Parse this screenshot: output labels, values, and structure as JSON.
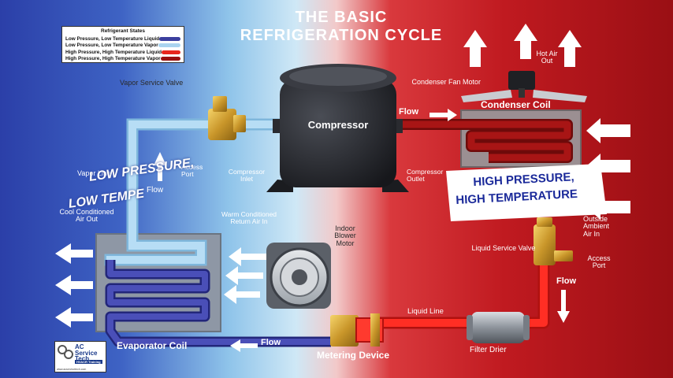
{
  "title": {
    "line1": "THE BASIC",
    "line2": "REFRIGERATION CYCLE"
  },
  "legend": {
    "title": "Refrigerant States",
    "items": [
      {
        "label": "Low Pressure, Low Temperature Liquid",
        "color": "#3b3f9e"
      },
      {
        "label": "Low Pressure, Low Temperature Vapor",
        "color": "#a9d4f0"
      },
      {
        "label": "High Pressure, High Temperature Liquid",
        "color": "#e8261d"
      },
      {
        "label": "High Pressure, High Temperature Vapor",
        "color": "#9a1010"
      }
    ]
  },
  "labels": {
    "compressor": "Compressor",
    "vapor_service_valve": "Vapor Service Valve",
    "access_port_left": "Access Port",
    "compressor_inlet": "Compressor Inlet",
    "compressor_outlet": "Compressor Outlet",
    "flow_top": "Flow",
    "condenser_fan_motor": "Condenser Fan Motor",
    "hot_air_out": "Hot Air Out",
    "condenser_coil": "Condenser Coil",
    "vapor_line": "Vapor Line",
    "flow_left": "Flow",
    "low_pressure": "LOW PRESSURE,",
    "low_temp": "LOW TEMPE",
    "high_pressure": "HIGH PRESSURE,",
    "high_temp": "HIGH TEMPERATURE",
    "cool_air_out": "Cool Conditioned Air Out",
    "warm_return_air": "Warm Conditioned Return Air In",
    "indoor_blower_motor": "Indoor Blower Motor",
    "outside_ambient_air": "Outside Ambient Air In",
    "liquid_service_valve": "Liquid Service Valve",
    "access_port_right": "Access Port",
    "flow_right": "Flow",
    "liquid_line": "Liquid Line",
    "evaporator_coil": "Evaporator Coil",
    "flow_bottom": "Flow",
    "metering_device": "Metering Device",
    "filter_drier": "Filter Drier"
  },
  "logo": {
    "line1": "AC Service Tech",
    "line2": "HVACR Training",
    "url": "www.acservicetech.com"
  },
  "colors": {
    "bg_left": "#2b3fa8",
    "bg_mid": "#9fd3ee",
    "bg_right": "#b3141c",
    "low_liquid": "#3b3f9e",
    "low_vapor": "#a9d4f0",
    "high_liquid": "#e8261d",
    "high_vapor": "#9a1010"
  }
}
